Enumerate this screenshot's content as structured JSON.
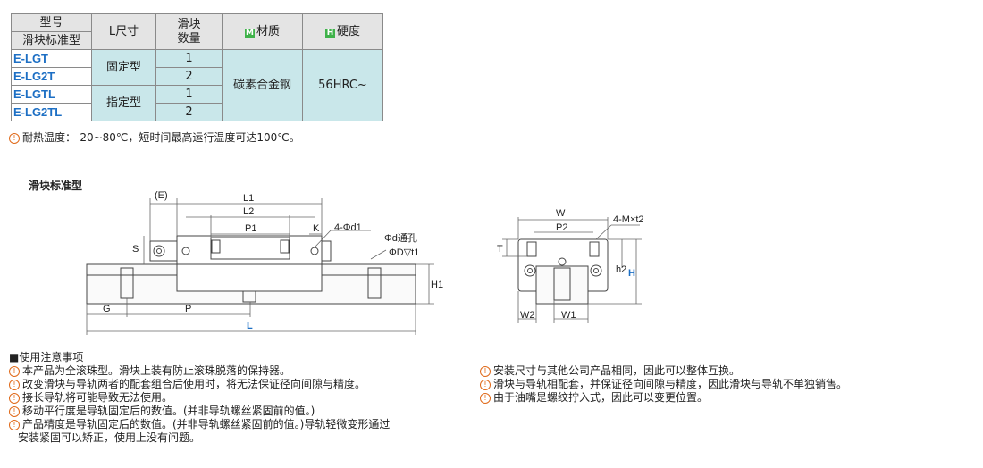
{
  "table": {
    "header_model_top": "型号",
    "header_model_bottom": "滑块标准型",
    "header_l": "L尺寸",
    "header_blocks": "滑块\n数量",
    "header_material": "材质",
    "header_material_mark": "M",
    "header_hardness": "硬度",
    "header_hardness_mark": "H",
    "codes": [
      "E-LGT",
      "E-LG2T",
      "E-LGTL",
      "E-LG2TL"
    ],
    "l_fixed": "固定型",
    "l_specified": "指定型",
    "qty": [
      "1",
      "2",
      "1",
      "2"
    ],
    "material": "碳素合金钢",
    "hardness": "56HRC~"
  },
  "temp_note": "耐热温度：-20~80℃，短时间最高运行温度可达100℃。",
  "section_title": "滑块标准型",
  "drawing_labels": {
    "E": "(E)",
    "L1": "L1",
    "L2": "L2",
    "P1": "P1",
    "K": "K",
    "holes_d1": "4-Φd1",
    "d_hole": "Φd通孔",
    "D_t1": "ΦD▽t1",
    "S": "S",
    "H1": "H1",
    "G": "G",
    "P": "P",
    "L": "L",
    "W": "W",
    "P2": "P2",
    "M_t2": "4-M×t2",
    "T": "T",
    "h2": "h2",
    "H": "H",
    "W2": "W2",
    "W1": "W1"
  },
  "notes_title": "■使用注意事项",
  "notes_left": [
    "本产品为全滚珠型。滑块上装有防止滚珠脱落的保持器。",
    "改变滑块与导轨两者的配套组合后使用时，将无法保证径向间隙与精度。",
    "接长导轨将可能导致无法使用。",
    "移动平行度是导轨固定后的数值。(并非导轨螺丝紧固前的值。)",
    "产品精度是导轨固定后的数值。(并非导轨螺丝紧固前的值。)导轨轻微变形通过",
    "安装紧固可以矫正，使用上没有问题。"
  ],
  "notes_right": [
    "安装尺寸与其他公司产品相同，因此可以整体互换。",
    "滑块与导轨相配套，并保证径向间隙与精度，因此滑块与导轨不单独销售。",
    "由于油嘴是螺纹拧入式，因此可以变更位置。"
  ],
  "note_icon": "caution-circle-icon",
  "colors": {
    "code_blue": "#1d6fc4",
    "header_gray": "#e4e4e4",
    "cell_cyan": "#c9e7ea",
    "dim_blue": "#1d6fc4",
    "mark_green": "#3fb24a"
  }
}
